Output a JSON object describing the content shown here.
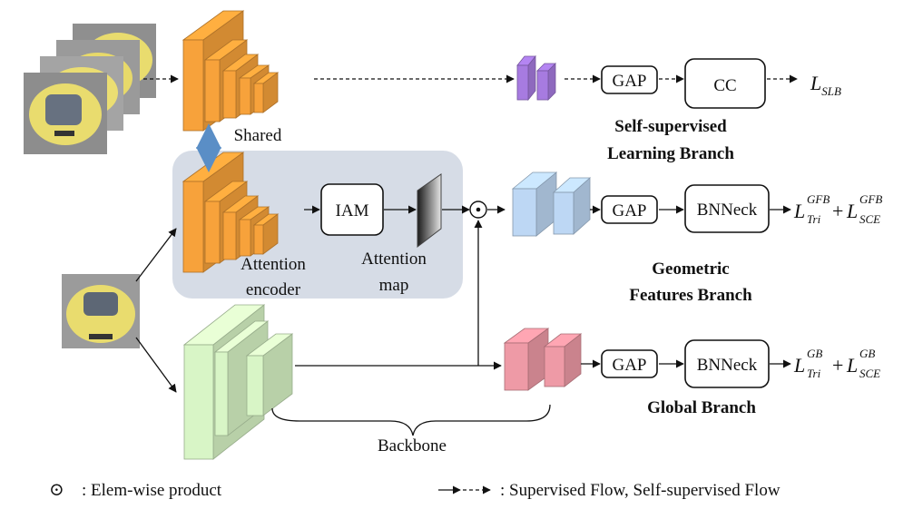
{
  "modules": {
    "gap": "GAP",
    "cc": "CC",
    "iam": "IAM",
    "bnneck": "BNNeck"
  },
  "labels": {
    "shared": "Shared",
    "attention_encoder_line1": "Attention",
    "attention_encoder_line2": "encoder",
    "attention_map_line1": "Attention",
    "attention_map_line2": "map",
    "backbone": "Backbone"
  },
  "branches": {
    "self_supervised_line1": "Self-supervised",
    "self_supervised_line2": "Learning Branch",
    "geometric_line1": "Geometric",
    "geometric_line2": "Features Branch",
    "global": "Global Branch"
  },
  "losses": {
    "slb": {
      "base": "L",
      "sub": "SLB"
    },
    "gfb": {
      "base1": "L",
      "sup1": "GFB",
      "sub1": "Tri",
      "plus": "+",
      "base2": "L",
      "sup2": "GFB",
      "sub2": "SCE"
    },
    "gb": {
      "base1": "L",
      "sup1": "GB",
      "sub1": "Tri",
      "plus": "+",
      "base2": "L",
      "sup2": "GB",
      "sub2": "SCE"
    }
  },
  "legend": {
    "product_symbol": "⊙",
    "product_text": ": Elem-wise product",
    "flow_text": ": Supervised Flow, Self-supervised Flow"
  },
  "colors": {
    "orange": "#F7A23B",
    "purple": "#A77BE0",
    "blue": "#BDD7F4",
    "red": "#EE9AA6",
    "green": "#D8F5C6",
    "car_yellow": "#E9DC6E",
    "gray_panel": "#D6DCE6",
    "shared_arrow": "#5A8EC6"
  }
}
